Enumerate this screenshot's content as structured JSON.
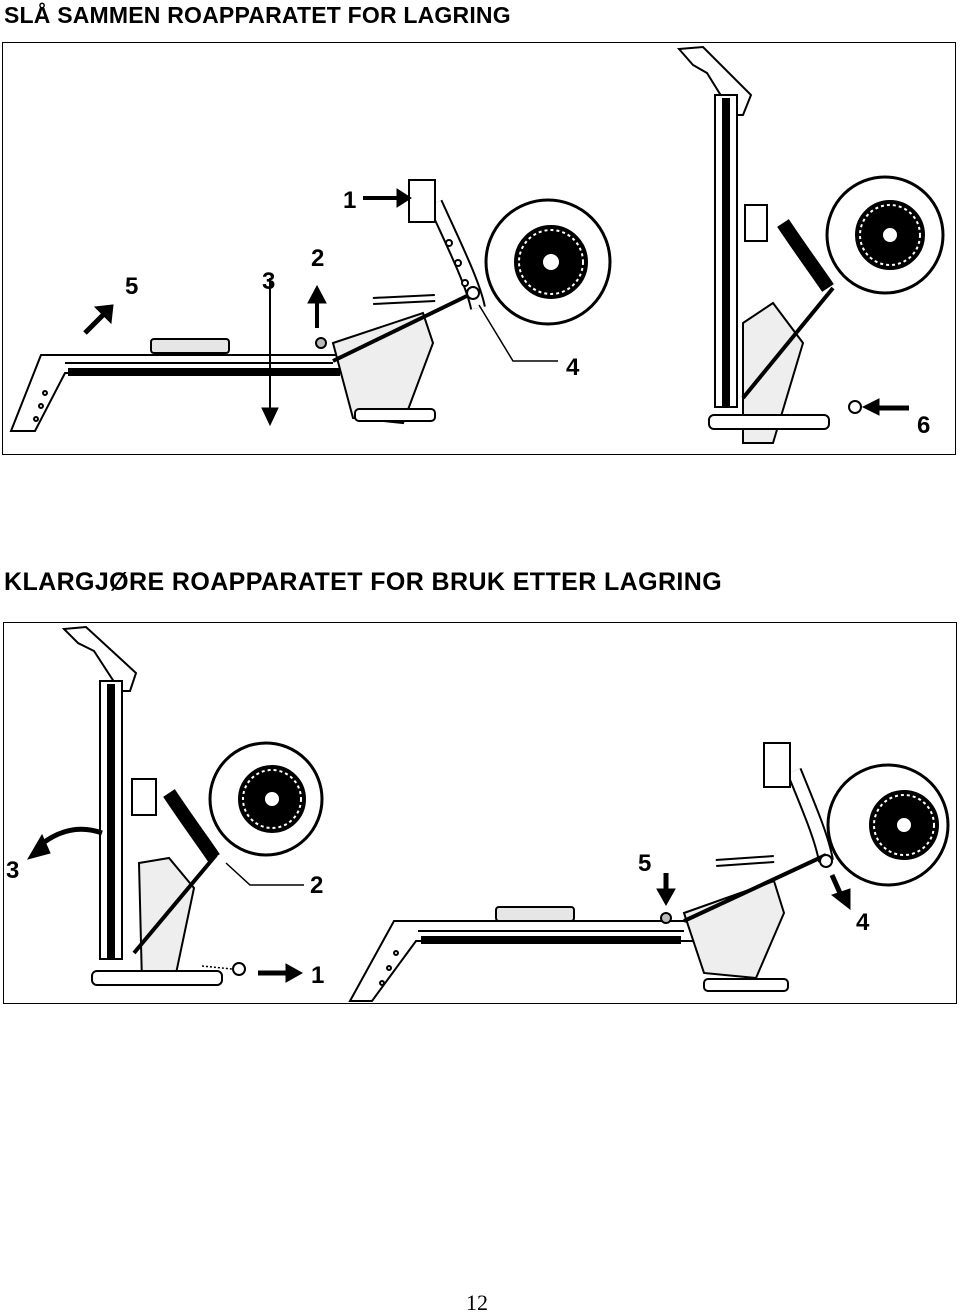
{
  "sections": [
    {
      "title": "SLÅ SAMMEN ROAPPARATET FOR LAGRING",
      "callouts": [
        "1",
        "2",
        "3",
        "4",
        "5",
        "6"
      ]
    },
    {
      "title": "KLARGJØRE ROAPPARATET FOR BRUK ETTER LAGRING",
      "callouts": [
        "1",
        "2",
        "3",
        "4",
        "5"
      ]
    }
  ],
  "page_number": "12",
  "colors": {
    "ink": "#000000",
    "paper": "#ffffff",
    "shade": "#d9d9d9"
  }
}
